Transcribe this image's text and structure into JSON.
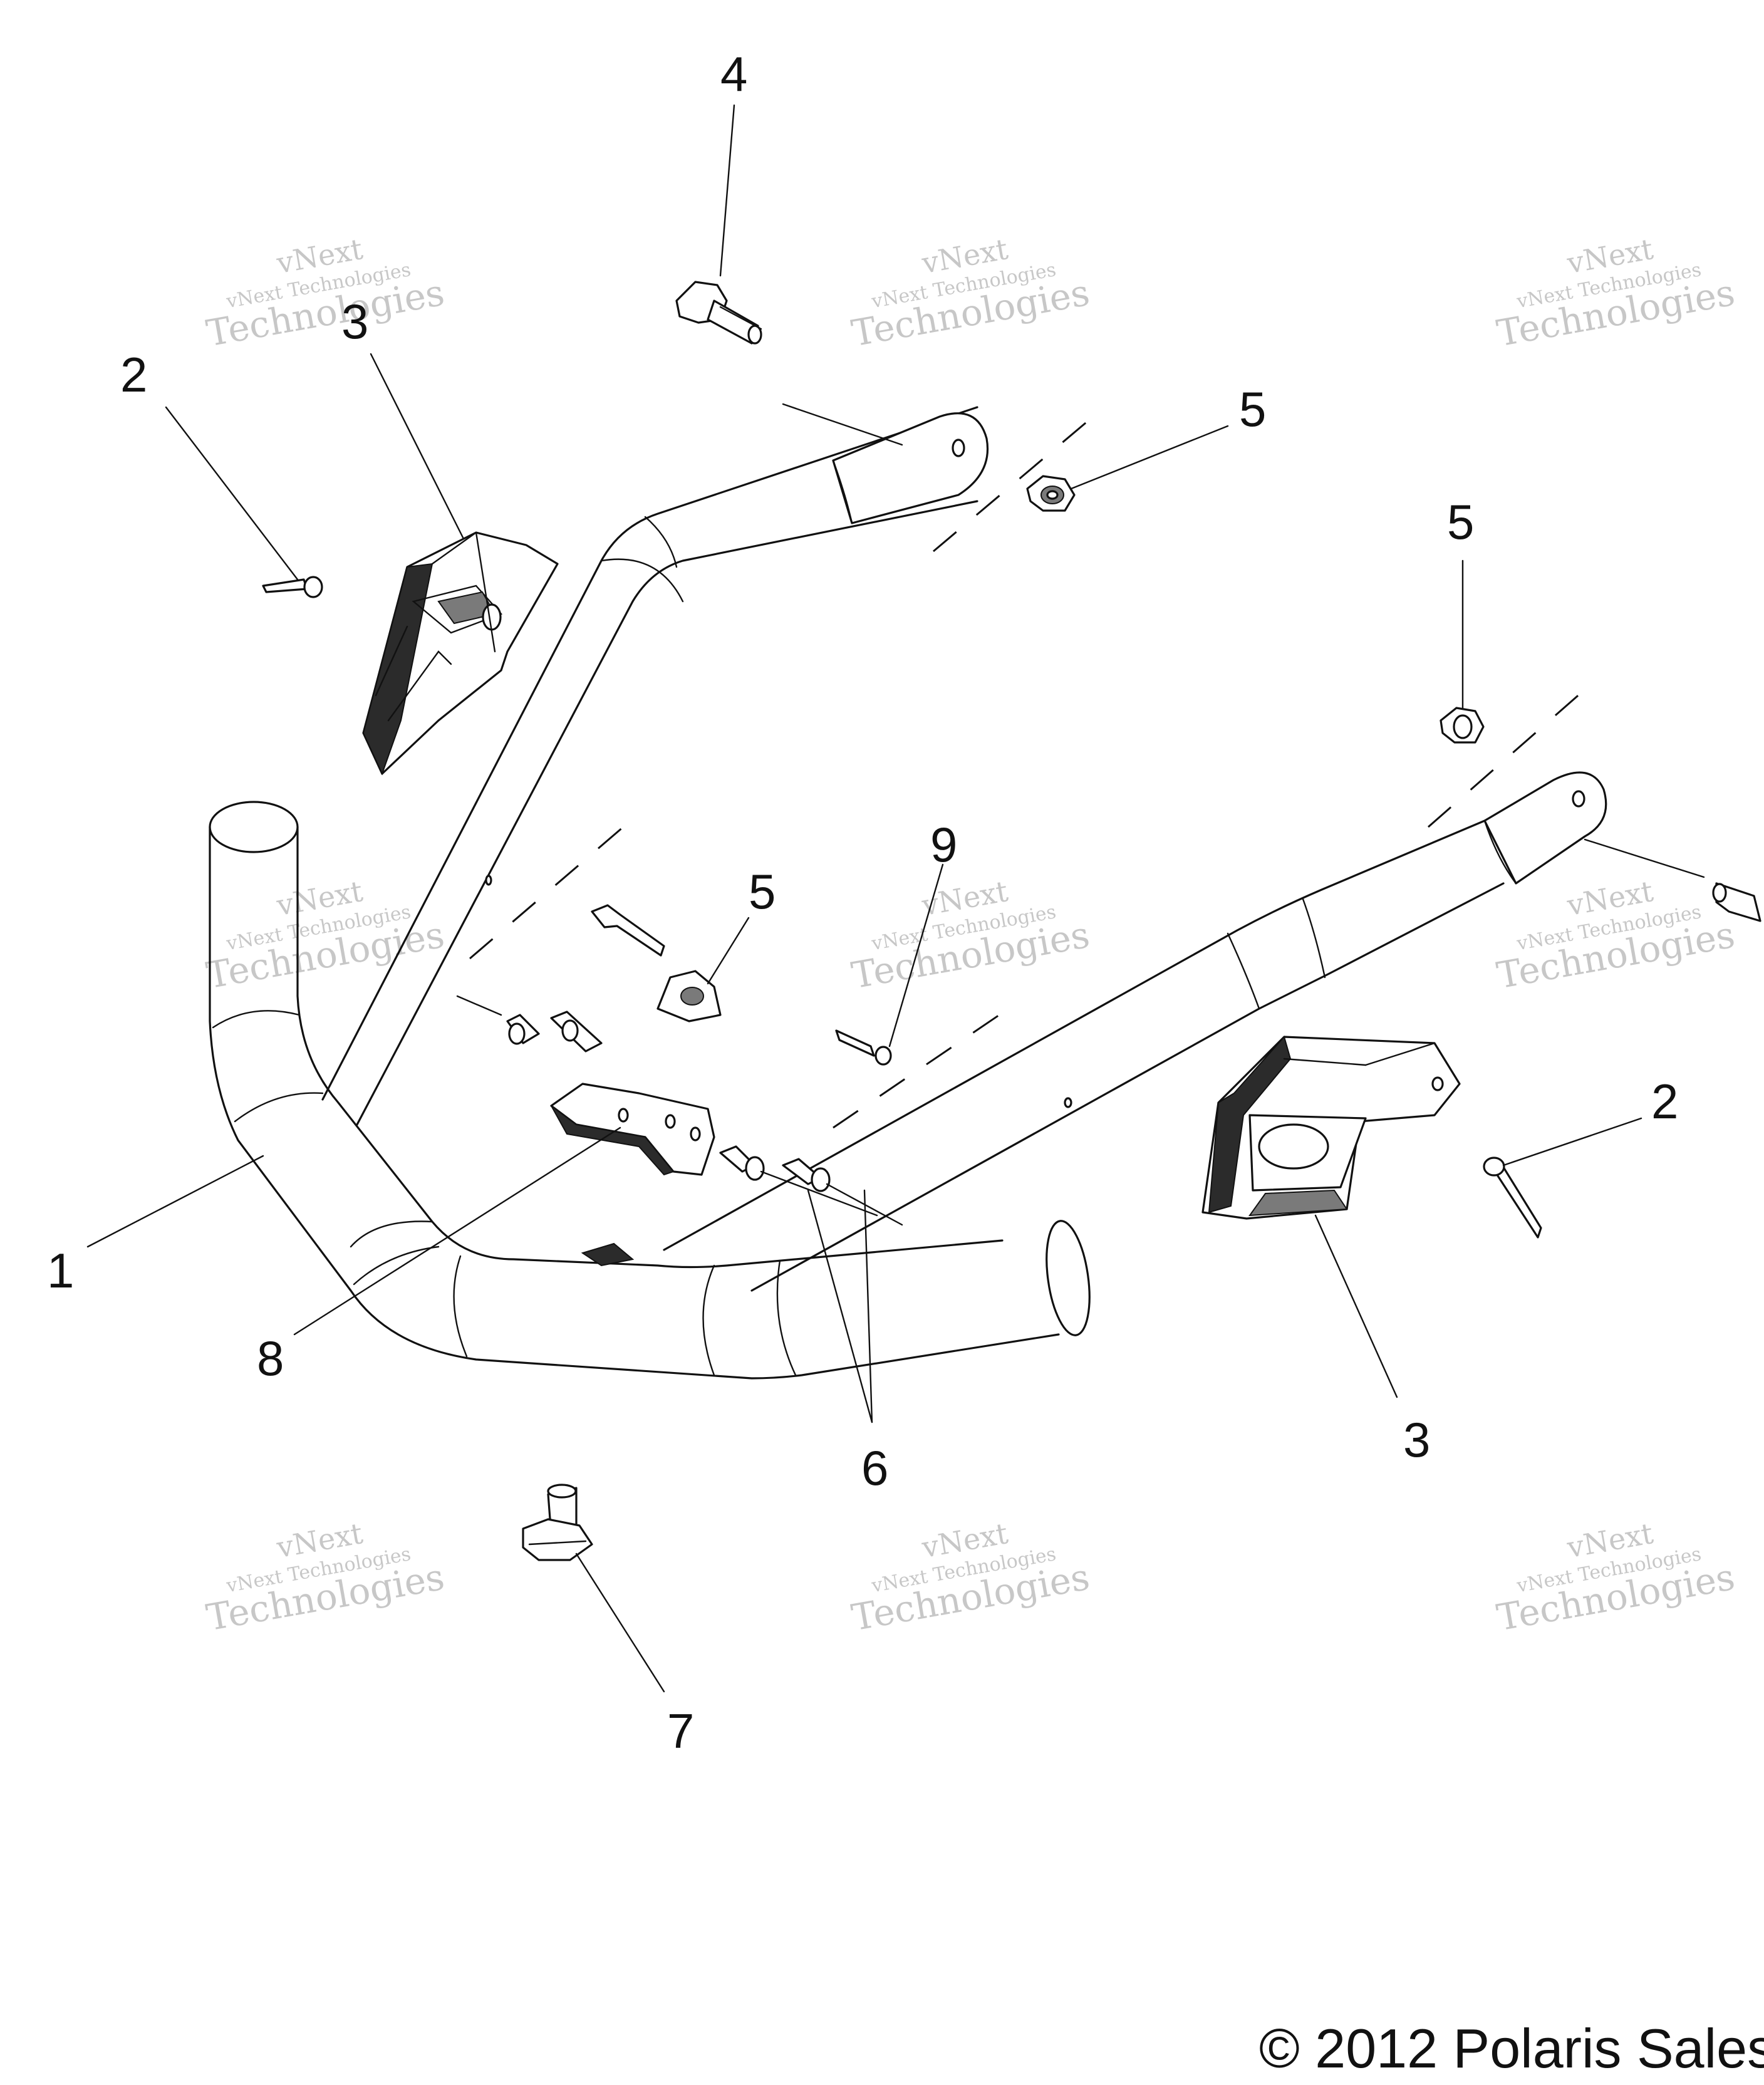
{
  "diagram": {
    "callouts": [
      {
        "id": "c4",
        "label": "4"
      },
      {
        "id": "c3a",
        "label": "3"
      },
      {
        "id": "c2a",
        "label": "2"
      },
      {
        "id": "c5a",
        "label": "5"
      },
      {
        "id": "c5b",
        "label": "5"
      },
      {
        "id": "c9",
        "label": "9"
      },
      {
        "id": "c5c",
        "label": "5"
      },
      {
        "id": "c2b",
        "label": "2"
      },
      {
        "id": "c1",
        "label": "1"
      },
      {
        "id": "c8",
        "label": "8"
      },
      {
        "id": "c3b",
        "label": "3"
      },
      {
        "id": "c6",
        "label": "6"
      },
      {
        "id": "c7",
        "label": "7"
      }
    ],
    "watermark": {
      "line1": "vNext",
      "line2": "vNext Technologies",
      "line3": "Technologies"
    },
    "copyright": "© 2012 Polaris Sales"
  }
}
